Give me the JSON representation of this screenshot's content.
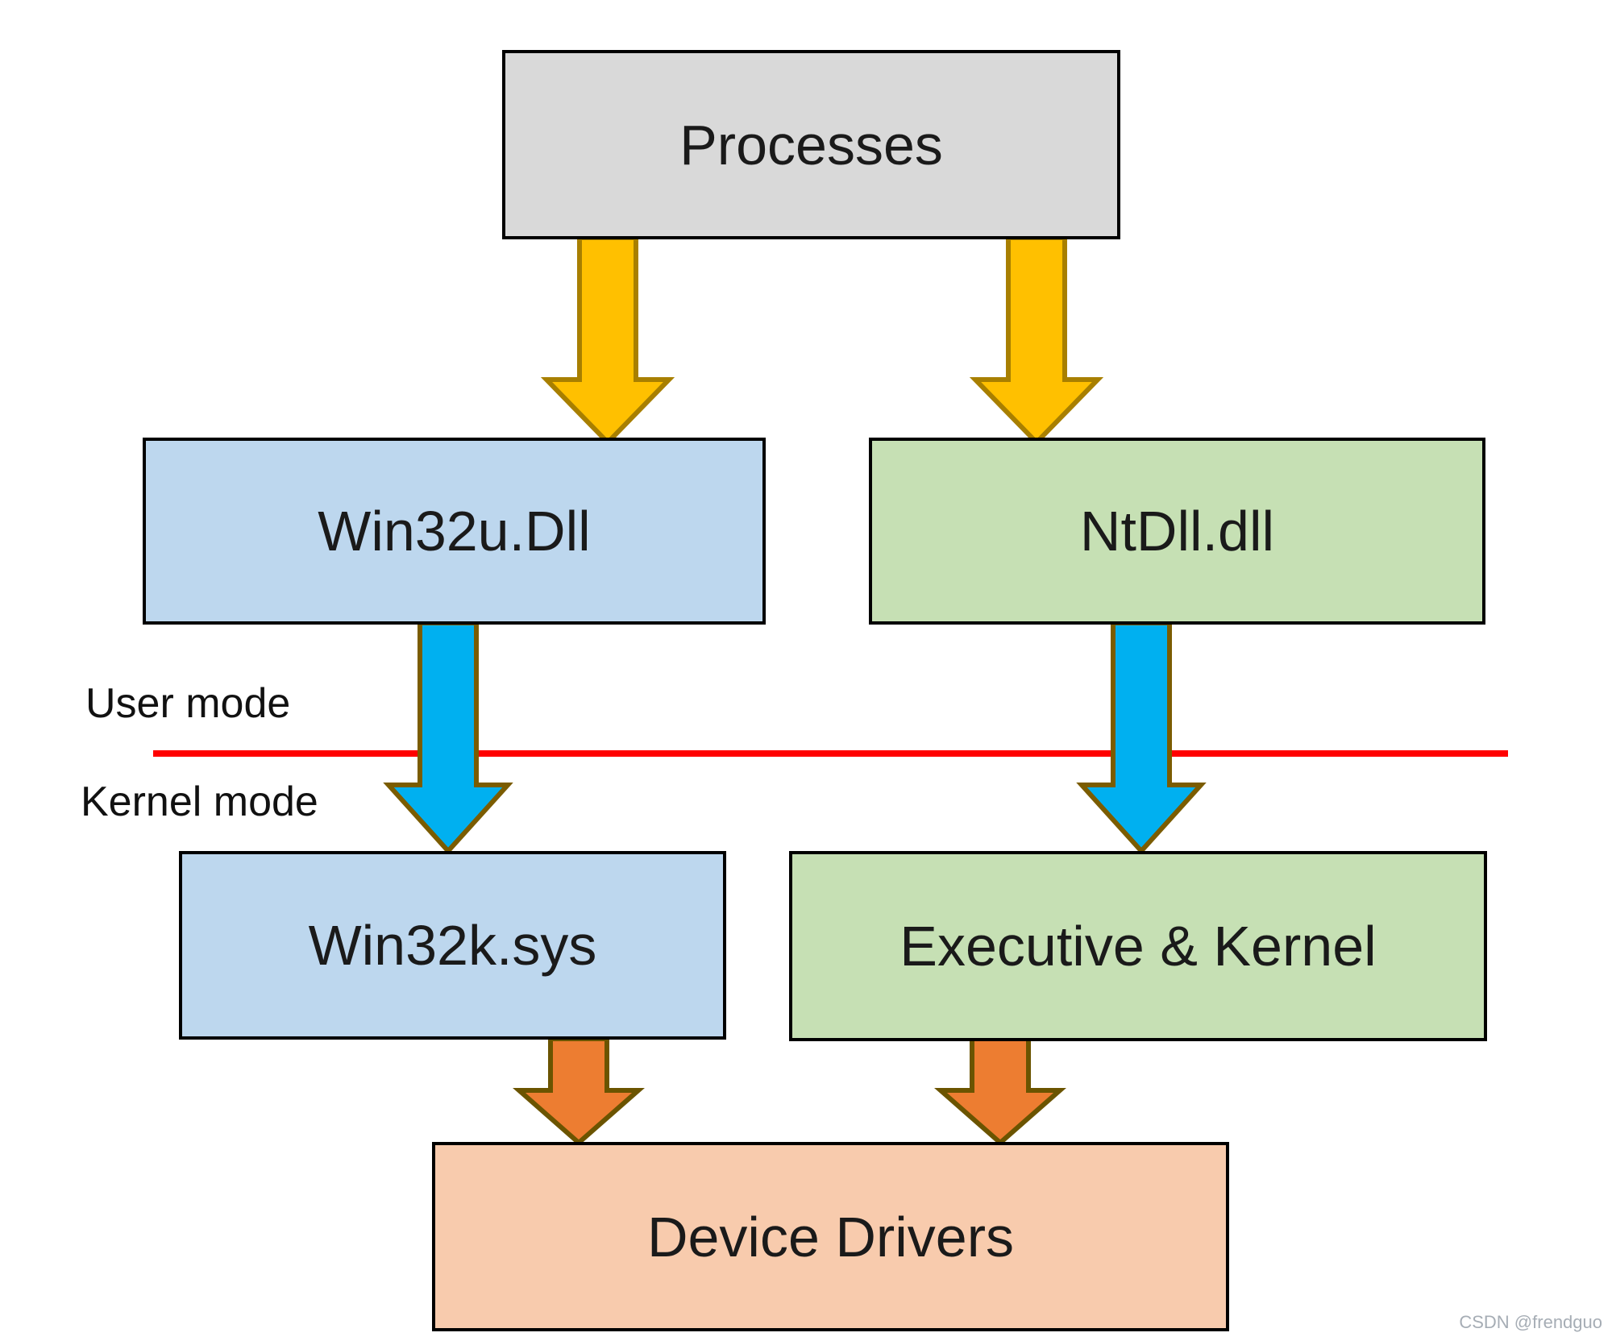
{
  "diagram": {
    "nodes": {
      "processes": {
        "label": "Processes"
      },
      "win32u": {
        "label": "Win32u.Dll"
      },
      "ntdll": {
        "label": "NtDll.dll"
      },
      "win32k": {
        "label": "Win32k.sys"
      },
      "executive": {
        "label": "Executive & Kernel"
      },
      "device_drivers": {
        "label": "Device Drivers"
      }
    },
    "mode_labels": {
      "user": "User mode",
      "kernel": "Kernel mode"
    },
    "watermark": "CSDN @frendguo",
    "colors": {
      "processes_fill": "#d9d9d9",
      "dll_blue_fill": "#bdd7ee",
      "kernel_green_fill": "#c6e0b4",
      "driver_peach_fill": "#f8cbad",
      "arrow_yellow_fill": "#ffc000",
      "arrow_yellow_stroke": "#a87f00",
      "arrow_blue_fill": "#00b0f0",
      "arrow_blue_stroke": "#7b5c00",
      "arrow_orange_fill": "#ed7d31",
      "arrow_orange_stroke": "#6b5400",
      "mode_line_red": "#ff0000"
    }
  }
}
